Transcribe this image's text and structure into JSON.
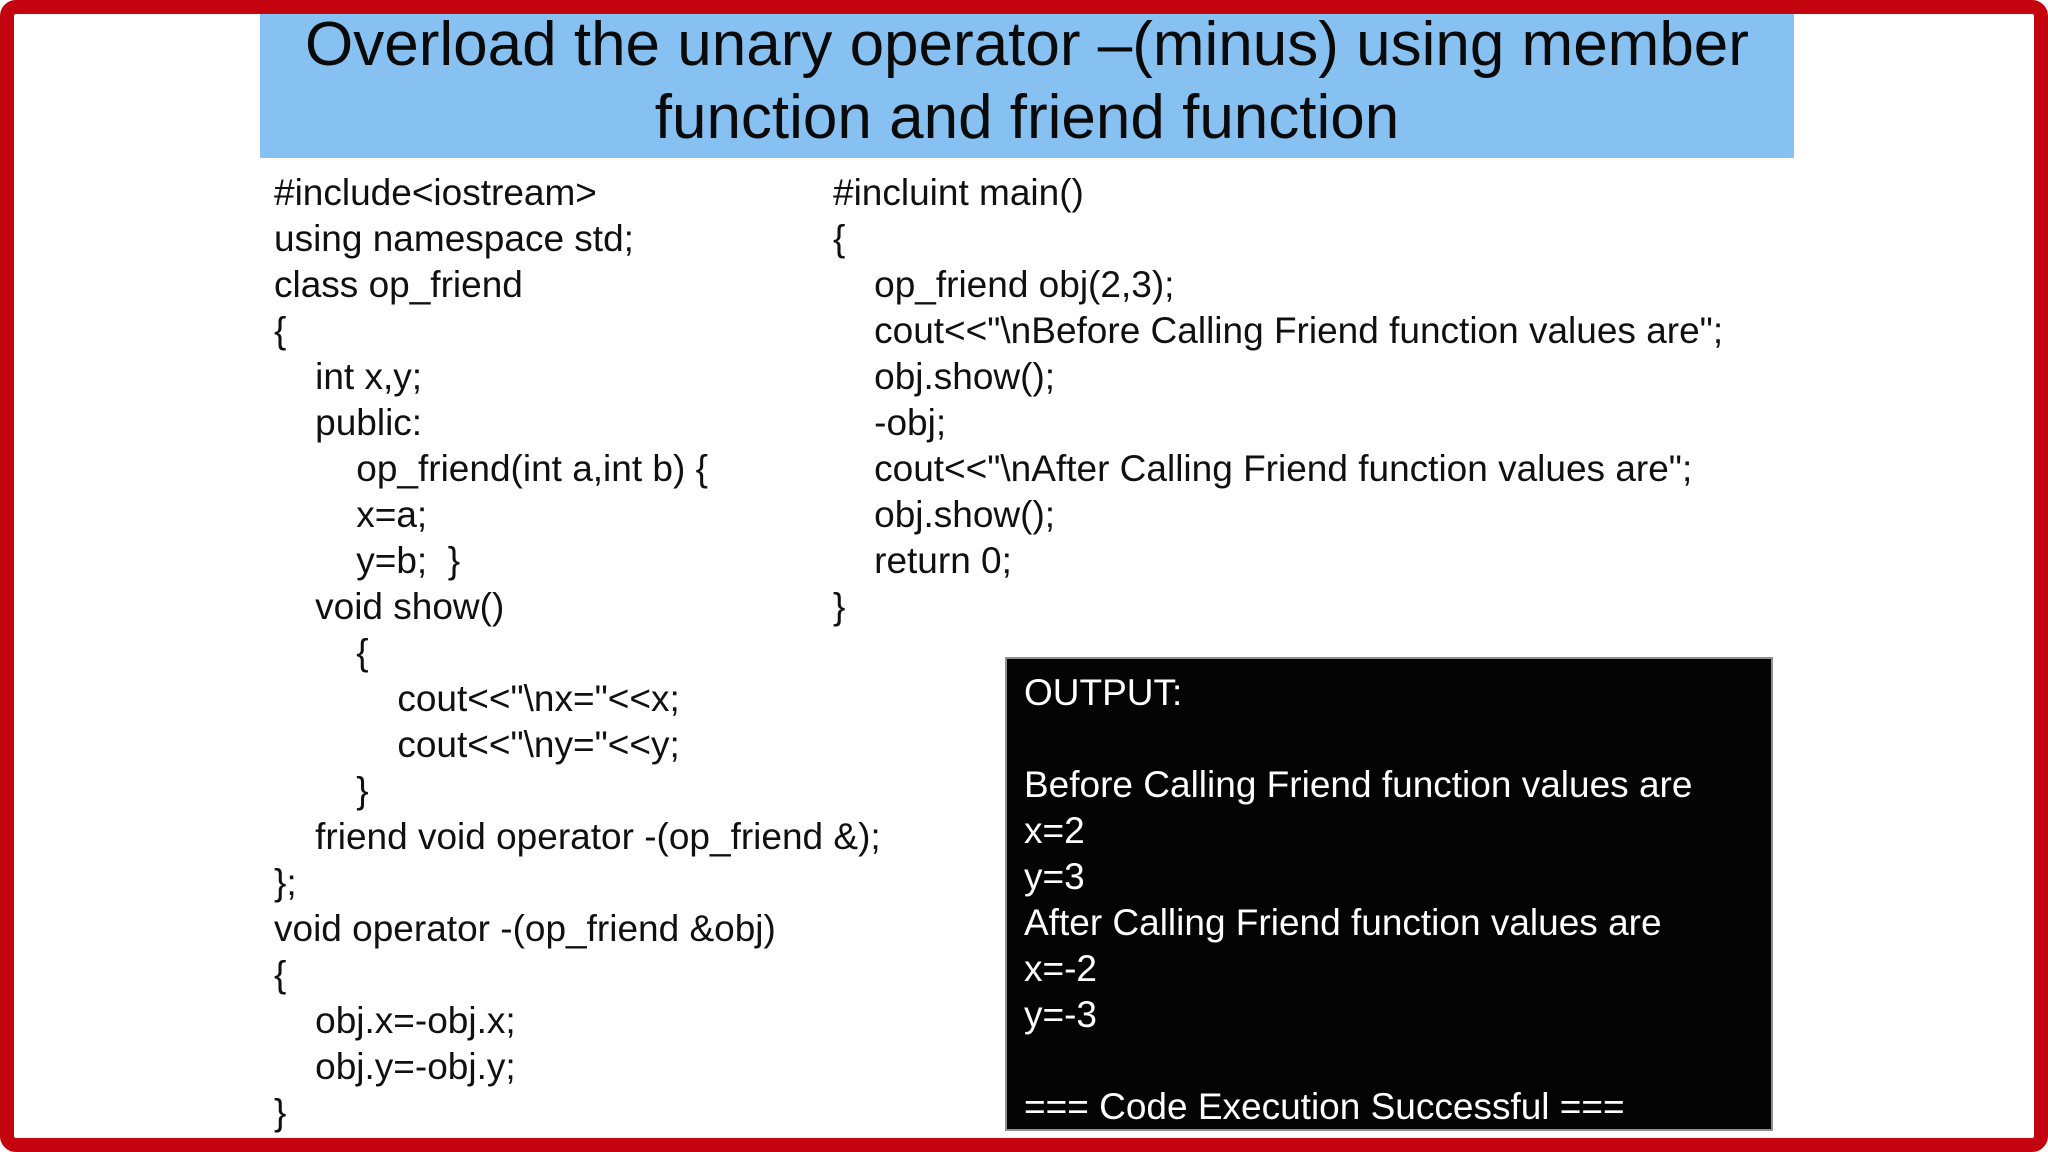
{
  "title": {
    "lines": [
      "Overload the unary operator –(minus) using member",
      "function and friend function"
    ]
  },
  "code_left": {
    "lines": [
      "#include<iostream>",
      "using namespace std;",
      "class op_friend",
      "{",
      "    int x,y;",
      "    public:",
      "        op_friend(int a,int b) {",
      "        x=a;",
      "        y=b;  }",
      "    void show()",
      "        {",
      "            cout<<\"\\nx=\"<<x;",
      "            cout<<\"\\ny=\"<<y;",
      "        }",
      "    friend void operator -(op_friend &);",
      "};",
      "void operator -(op_friend &obj)",
      "{",
      "    obj.x=-obj.x;",
      "    obj.y=-obj.y;",
      "}"
    ]
  },
  "code_right": {
    "lines": [
      "#incluint main()",
      "{",
      "    op_friend obj(2,3);",
      "    cout<<\"\\nBefore Calling Friend function values are\";",
      "    obj.show();",
      "    -obj;",
      "    cout<<\"\\nAfter Calling Friend function values are\";",
      "    obj.show();",
      "    return 0;",
      "}"
    ]
  },
  "output": {
    "lines": [
      "OUTPUT:",
      "",
      "Before Calling Friend function values are",
      "x=2",
      "y=3",
      "After Calling Friend function values are",
      "x=-2",
      "y=-3",
      "",
      "=== Code Execution Successful ==="
    ]
  },
  "colors": {
    "border_red": "#c3040e",
    "banner_blue": "#87c1f2",
    "output_background": "#040404",
    "output_text": "#ffffff",
    "code_text": "#101010"
  }
}
